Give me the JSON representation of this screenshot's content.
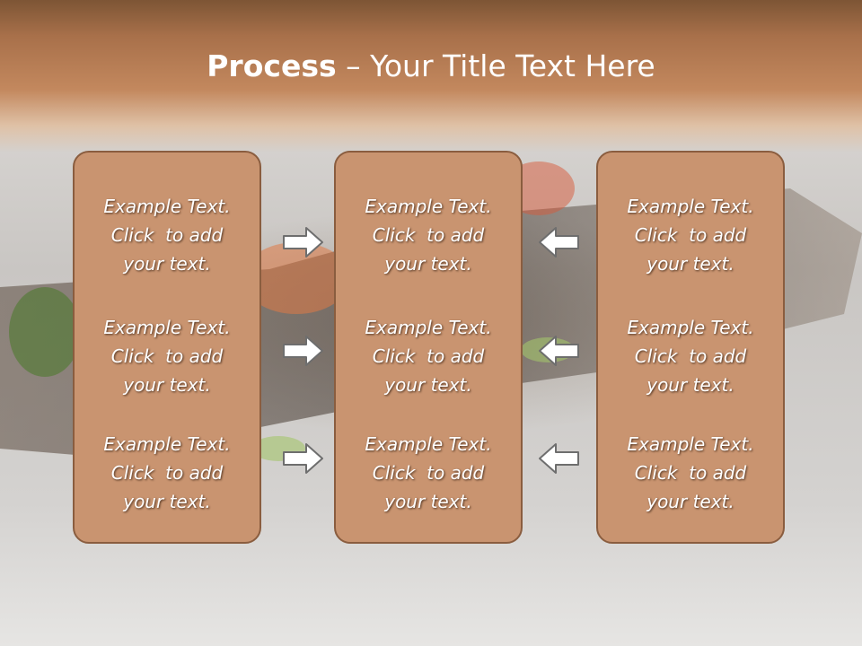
{
  "slide": {
    "title_bold": "Process",
    "title_rest": " – Your Title Text Here"
  },
  "columns": [
    {
      "blocks": [
        [
          "Example Text.",
          "Click  to add",
          "your text."
        ],
        [
          "Example Text.",
          "Click  to add",
          "your text."
        ],
        [
          "Example Text.",
          "Click  to add",
          "your text."
        ]
      ]
    },
    {
      "blocks": [
        [
          "Example Text.",
          "Click  to add",
          "your text."
        ],
        [
          "Example Text.",
          "Click  to add",
          "your text."
        ],
        [
          "Example Text.",
          "Click  to add",
          "your text."
        ]
      ]
    },
    {
      "blocks": [
        [
          "Example Text.",
          "Click  to add",
          "your text."
        ],
        [
          "Example Text.",
          "Click  to add",
          "your text."
        ],
        [
          "Example Text.",
          "Click  to add",
          "your text."
        ]
      ]
    }
  ],
  "arrows": {
    "left_to_mid": [
      "right-arrow-icon",
      "right-arrow-icon",
      "right-arrow-icon"
    ],
    "right_to_mid": [
      "left-arrow-icon",
      "left-arrow-icon",
      "left-arrow-icon"
    ]
  },
  "colors": {
    "header_top": "#7d5535",
    "header_mid": "#c3885e",
    "box_fill": "#c99470",
    "box_border": "#8a5d3f",
    "text": "#ffffff"
  }
}
